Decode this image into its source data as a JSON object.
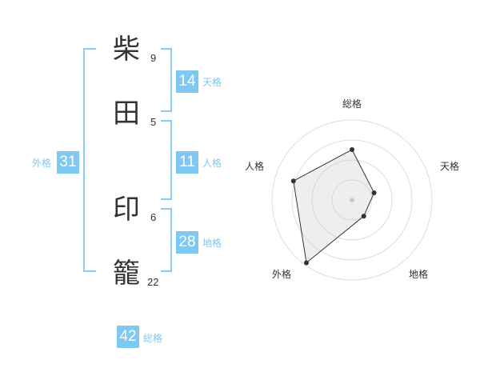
{
  "name": {
    "chars": [
      {
        "char": "柴",
        "strokes": "9"
      },
      {
        "char": "田",
        "strokes": "5"
      },
      {
        "char": "印",
        "strokes": "6"
      },
      {
        "char": "籠",
        "strokes": "22"
      }
    ]
  },
  "fortunes": {
    "tenkaku": {
      "value": "14",
      "label": "天格"
    },
    "jinkaku": {
      "value": "11",
      "label": "人格"
    },
    "chikaku": {
      "value": "28",
      "label": "地格"
    },
    "gaikaku": {
      "value": "31",
      "label": "外格"
    },
    "soukaku": {
      "value": "42",
      "label": "総格"
    }
  },
  "colors": {
    "accent": "#7fc8f2",
    "bracket": "#8fcbee",
    "text": "#333333"
  },
  "chart_data": {
    "type": "radar",
    "axes": [
      "総格",
      "天格",
      "地格",
      "外格",
      "人格"
    ],
    "values": [
      0.63,
      0.29,
      0.25,
      0.97,
      0.77
    ],
    "range": [
      0,
      1
    ],
    "rings": 4
  }
}
